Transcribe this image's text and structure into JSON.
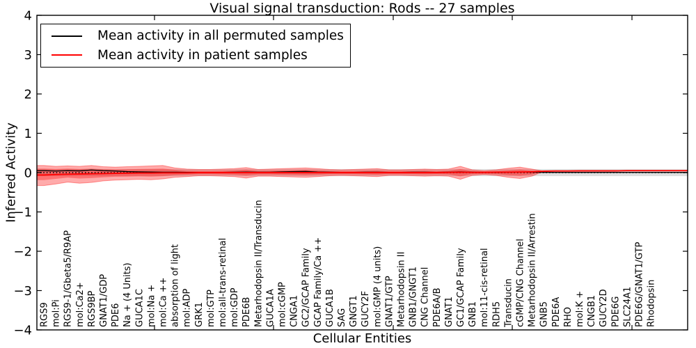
{
  "figure": {
    "title": "Visual signal transduction: Rods -- 27 samples",
    "xlabel": "Cellular Entities",
    "ylabel": "Inferred Activity"
  },
  "legend": {
    "position": "upper left",
    "items": [
      {
        "label": "Mean activity in all permuted samples",
        "color": "#000000"
      },
      {
        "label": "Mean activity in patient samples",
        "color": "#ff0000"
      }
    ]
  },
  "axes": {
    "y_tick_labels": [
      "4",
      "3",
      "2",
      "1",
      "0",
      "−1",
      "−2",
      "−3",
      "−4"
    ],
    "y_tick_values": [
      4,
      3,
      2,
      1,
      0,
      -1,
      -2,
      -3,
      -4
    ],
    "ylim": [
      -4,
      4
    ],
    "grid": false,
    "zero_line_style": "dotted black"
  },
  "chart_data": {
    "type": "line",
    "title": "Visual signal transduction: Rods -- 27 samples",
    "xlabel": "Cellular Entities",
    "ylabel": "Inferred Activity",
    "ylim": [
      -4,
      4
    ],
    "legend_position": "upper left",
    "grid": false,
    "categories": [
      "RGS9",
      "mol:Pi",
      "RGS9-1/Gbeta5/R9AP",
      "mol:Ca2+",
      "RGS9BP",
      "GNAT1/GDP",
      "PDE6",
      "Na + (4 Units)",
      "GUCA1C",
      "mol:Na +",
      "mol:Ca ++",
      "absorption of light",
      "mol:ADP",
      "GRK1",
      "mol:GTP",
      "mol:all-trans-retinal",
      "mol:GDP",
      "PDE6B",
      "Metarhodopsin II/Transducin",
      "GUCA1A",
      "mol:cGMP",
      "CNGA1",
      "GC2/GCAP Family",
      "GCAP Family/Ca ++",
      "GUCA1B",
      "SAG",
      "GNGT1",
      "GUCY2F",
      "mol:GMP (4 units)",
      "GNAT1/GTP",
      "Metarhodopsin II",
      "GNB1/GNGT1",
      "CNG Channel",
      "PDE6A/B",
      "GNAT1",
      "GC1/GCAP Family",
      "GNB1",
      "mol:11-cis-retinal",
      "RDH5",
      "Transducin",
      "cGMP/CNG Channel",
      "Metarhodopsin II/Arrestin",
      "GNB5",
      "PDE6A",
      "RHO",
      "mol:K +",
      "CNGB1",
      "GUCY2D",
      "PDE6G",
      "SLC24A1",
      "PDE6G/GNAT1/GTP",
      "Rhodopsin"
    ],
    "series": [
      {
        "name": "Mean activity in all permuted samples",
        "color": "#000000",
        "values": [
          0.05,
          0.04,
          0.05,
          0.045,
          0.065,
          0.05,
          0.04,
          0.025,
          0.02,
          0.015,
          0.01,
          0.01,
          0.005,
          0.005,
          0.005,
          0.005,
          0.01,
          0.015,
          0.01,
          0.01,
          0.02,
          0.025,
          0.03,
          0.015,
          0.01,
          0.005,
          0.005,
          0.01,
          0.01,
          0.005,
          0.005,
          0.01,
          0.01,
          0.005,
          0.01,
          0.02,
          0.01,
          0.005,
          0.005,
          0.01,
          0.015,
          0.01,
          0.005,
          0.005,
          0.005,
          0.005,
          0.005,
          0.005,
          0.005,
          0.005,
          0.005,
          0.005
        ]
      },
      {
        "name": "Mean activity in patient samples",
        "color": "#ff0000",
        "values": [
          -0.06,
          -0.05,
          -0.04,
          -0.035,
          -0.03,
          -0.025,
          -0.02,
          -0.015,
          -0.01,
          -0.01,
          -0.005,
          -0.005,
          -0.005,
          0,
          0,
          0,
          0,
          0,
          0,
          0,
          0,
          0,
          0,
          0,
          0,
          0,
          0,
          0,
          0,
          0,
          0,
          0,
          0,
          0,
          0.005,
          0.01,
          0.005,
          0.005,
          0.01,
          0.01,
          0.015,
          0.02,
          0.035,
          0.04,
          0.04,
          0.045,
          0.045,
          0.045,
          0.045,
          0.05,
          0.05,
          0.05
        ]
      }
    ],
    "bands": [
      {
        "name": "patient-samples-outer-band",
        "color": "rgba(255,0,0,0.33)",
        "upper": [
          0.18,
          0.16,
          0.17,
          0.16,
          0.18,
          0.15,
          0.14,
          0.15,
          0.16,
          0.17,
          0.18,
          0.12,
          0.09,
          0.08,
          0.08,
          0.09,
          0.1,
          0.13,
          0.08,
          0.09,
          0.1,
          0.11,
          0.12,
          0.1,
          0.08,
          0.07,
          0.08,
          0.09,
          0.1,
          0.07,
          0.07,
          0.08,
          0.09,
          0.08,
          0.09,
          0.16,
          0.07,
          0.05,
          0.07,
          0.11,
          0.14,
          0.09,
          0.035,
          0.04,
          0.04,
          0.045,
          0.045,
          0.045,
          0.045,
          0.05,
          0.05,
          0.05
        ],
        "lower": [
          -0.33,
          -0.29,
          -0.24,
          -0.27,
          -0.25,
          -0.21,
          -0.19,
          -0.18,
          -0.17,
          -0.18,
          -0.16,
          -0.12,
          -0.1,
          -0.08,
          -0.08,
          -0.09,
          -0.1,
          -0.14,
          -0.09,
          -0.09,
          -0.1,
          -0.11,
          -0.12,
          -0.1,
          -0.08,
          -0.07,
          -0.08,
          -0.09,
          -0.1,
          -0.07,
          -0.07,
          -0.08,
          -0.09,
          -0.08,
          -0.09,
          -0.17,
          -0.07,
          -0.05,
          -0.07,
          -0.12,
          -0.15,
          -0.09,
          0.035,
          0.04,
          0.04,
          0.045,
          0.045,
          0.045,
          0.045,
          0.05,
          0.05,
          0.05
        ]
      },
      {
        "name": "patient-samples-inner-band",
        "color": "rgba(255,0,0,0.33)",
        "upper": [
          0.1,
          0.09,
          0.1,
          0.09,
          0.1,
          0.085,
          0.08,
          0.085,
          0.09,
          0.095,
          0.1,
          0.07,
          0.05,
          0.045,
          0.045,
          0.05,
          0.055,
          0.075,
          0.045,
          0.05,
          0.055,
          0.06,
          0.07,
          0.055,
          0.045,
          0.04,
          0.045,
          0.05,
          0.055,
          0.04,
          0.04,
          0.045,
          0.05,
          0.045,
          0.05,
          0.09,
          0.04,
          0.03,
          0.04,
          0.06,
          0.08,
          0.05,
          0.035,
          0.04,
          0.04,
          0.045,
          0.045,
          0.045,
          0.045,
          0.05,
          0.05,
          0.05
        ],
        "lower": [
          -0.19,
          -0.16,
          -0.13,
          -0.15,
          -0.14,
          -0.12,
          -0.105,
          -0.1,
          -0.095,
          -0.1,
          -0.09,
          -0.065,
          -0.055,
          -0.045,
          -0.045,
          -0.05,
          -0.055,
          -0.075,
          -0.05,
          -0.05,
          -0.055,
          -0.06,
          -0.065,
          -0.055,
          -0.045,
          -0.04,
          -0.045,
          -0.05,
          -0.055,
          -0.04,
          -0.04,
          -0.045,
          -0.05,
          -0.045,
          -0.05,
          -0.095,
          -0.04,
          -0.03,
          -0.04,
          -0.065,
          -0.08,
          -0.05,
          0.035,
          0.04,
          0.04,
          0.045,
          0.045,
          0.045,
          0.045,
          0.05,
          0.05,
          0.05
        ]
      },
      {
        "name": "permuted-samples-gray-band",
        "color": "rgba(0,0,0,0.13)",
        "upper_const": 0.09,
        "lower_const": -0.09
      }
    ]
  }
}
